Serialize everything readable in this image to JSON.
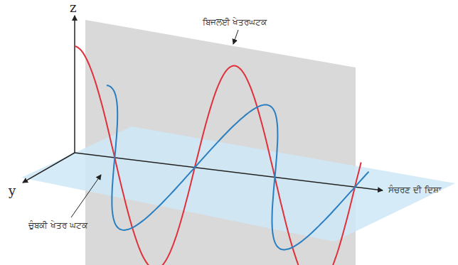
{
  "diagram": {
    "labels": [
      "z",
      "y",
      "ਬਿਜਲਈ ਖੇਤਰਘਟਕ",
      "ਚੁੰਬਕੀ ਖੇਤਰ ਘਟਕ",
      "ਸੰਚਰਣ ਦੀ ਦਿਸ਼ਾ"
    ]
  }
}
